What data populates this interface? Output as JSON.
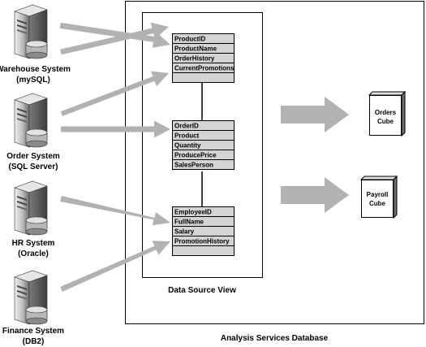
{
  "diagram": {
    "outer_caption": "Analysis Services Database",
    "dsv_caption": "Data Source View",
    "servers": [
      {
        "label_line1": "Warehouse System",
        "label_line2": "(mySQL)"
      },
      {
        "label_line1": "Order System",
        "label_line2": "(SQL Server)"
      },
      {
        "label_line1": "HR System",
        "label_line2": "(Oracle)"
      },
      {
        "label_line1": "Finance System",
        "label_line2": "(DB2)"
      }
    ],
    "tables": [
      {
        "rows": [
          "ProductID",
          "ProductName",
          "OrderHistory",
          "CurrentPromotions",
          ""
        ]
      },
      {
        "rows": [
          "OrderID",
          "Product",
          "Quantity",
          "ProducePrice",
          "SalesPerson"
        ]
      },
      {
        "rows": [
          "EmployeeID",
          "FullName",
          "Salary",
          "PromotionHistory",
          ""
        ]
      }
    ],
    "cubes": [
      {
        "label_line1": "Orders",
        "label_line2": "Cube"
      },
      {
        "label_line1": "Payroll",
        "label_line2": "Cube"
      }
    ],
    "colors": {
      "arrow_fill": "#b2b2b2",
      "table_cell_fill": "#d4d4d4",
      "line": "#000000",
      "server_dark": "#5a5a5a",
      "server_light": "#d8d8d8"
    }
  }
}
